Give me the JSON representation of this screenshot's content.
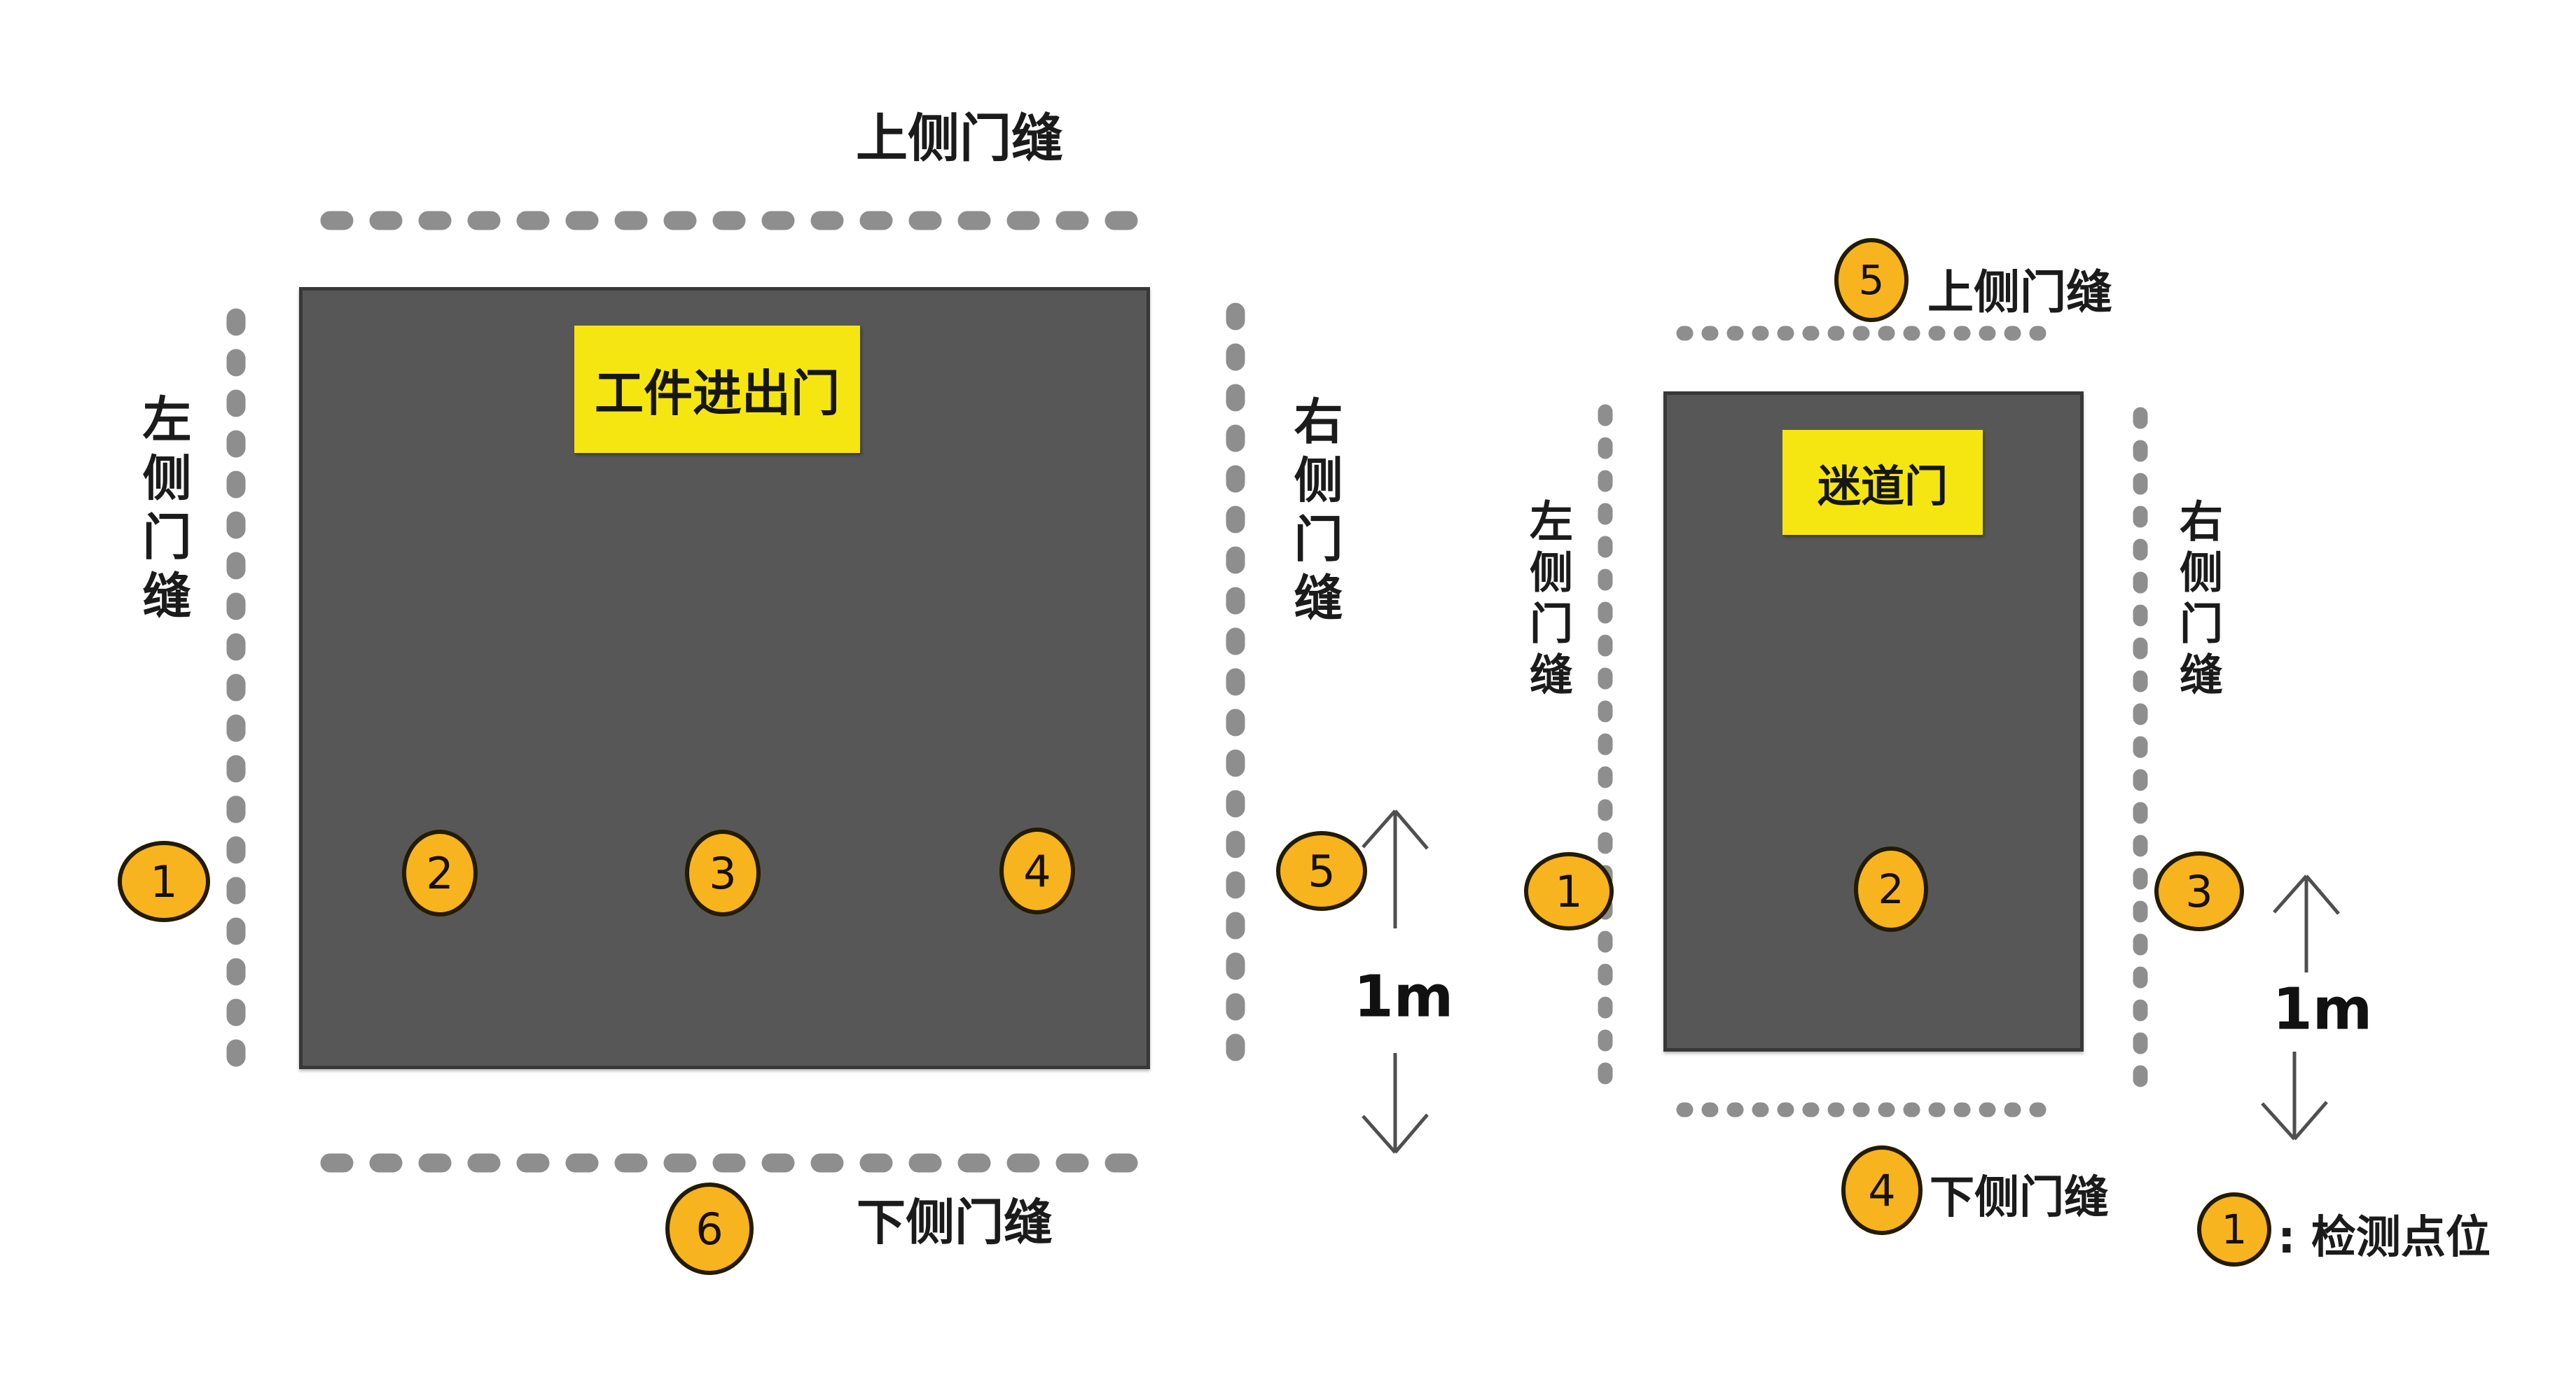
{
  "left_door": {
    "door_label": "工件进出门",
    "gaps": {
      "top": "上侧门缝",
      "left": "左侧门缝",
      "right": "右侧门缝",
      "bottom": "下侧门缝"
    },
    "points": {
      "left": "1",
      "inside": [
        "2",
        "3",
        "4"
      ],
      "right": "5",
      "bottom": "6"
    },
    "distance_label": "1m"
  },
  "right_door": {
    "door_label": "迷道门",
    "gaps": {
      "top": "上侧门缝",
      "left": "左侧门缝",
      "right": "右侧门缝",
      "bottom": "下侧门缝"
    },
    "points": {
      "top": "5",
      "left": "1",
      "inside": "2",
      "right": "3",
      "bottom": "4"
    },
    "distance_label": "1m"
  },
  "legend": {
    "point_label": "1",
    "text": ": 检测点位"
  },
  "colors": {
    "background": "#FFFFFF",
    "door_fill": "#575757",
    "door_border": "#383838",
    "door_label_bg": "#F5E611",
    "point_fill": "#F7B41F",
    "point_border": "#231B02",
    "dash_gray": "#8E8E8E",
    "text": "#1B1B1B"
  }
}
